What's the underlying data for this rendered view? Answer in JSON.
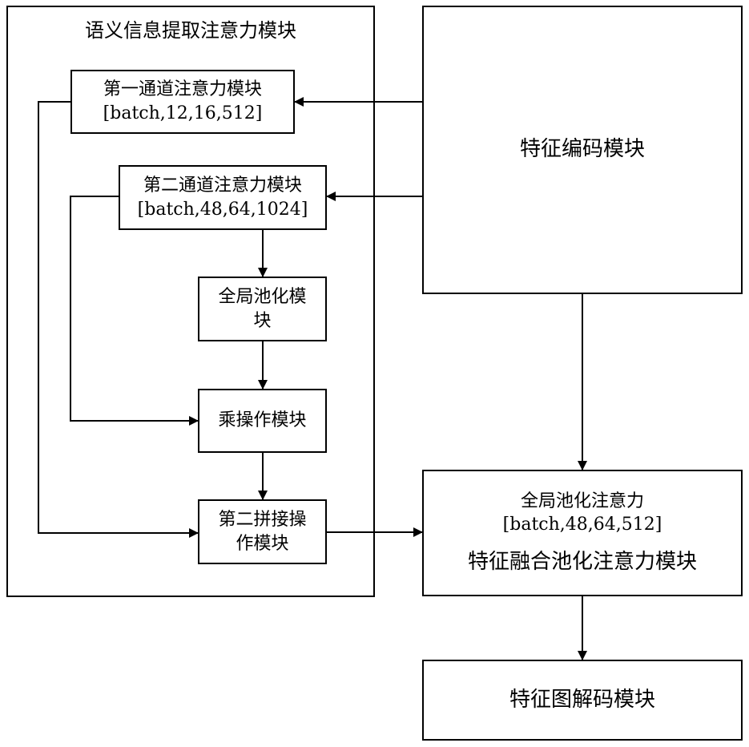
{
  "semantic_module": {
    "title": "语义信息提取注意力模块"
  },
  "ch1": {
    "label": "第一通道注意力模块",
    "shape": "[batch,12,16,512]"
  },
  "ch2": {
    "label": "第二通道注意力模块",
    "shape": "[batch,48,64,1024]"
  },
  "global_pool": {
    "label": "全局池化模块"
  },
  "multiply": {
    "label": "乘操作模块"
  },
  "concat2": {
    "label": "第二拼接操作模块"
  },
  "encoder": {
    "label": "特征编码模块"
  },
  "fusion": {
    "line1": "全局池化注意力",
    "shape": "[batch,48,64,512]",
    "label": "特征融合池化注意力模块"
  },
  "decoder": {
    "label": "特征图解码模块"
  }
}
